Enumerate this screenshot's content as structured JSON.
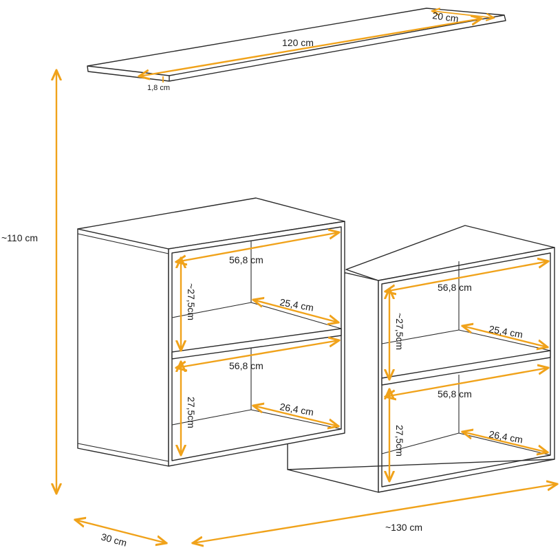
{
  "dimension_color": "#f0a21a",
  "line_color": "#2b2b2b",
  "shelf": {
    "length": "120 cm",
    "depth": "20 cm",
    "thickness": "1,8 cm"
  },
  "overall": {
    "height": "~110 cm",
    "width": "~130 cm",
    "depth": "30 cm"
  },
  "left_cabinet": {
    "top_width": "56,8 cm",
    "top_height": "~27,5cm",
    "top_depth": "25,4 cm",
    "bottom_width": "56,8 cm",
    "bottom_height": "27,5cm",
    "bottom_depth": "26,4 cm"
  },
  "right_cabinet": {
    "top_width": "56,8 cm",
    "top_height": "~27,5cm",
    "top_depth": "25,4 cm",
    "bottom_width": "56,8 cm",
    "bottom_height": "27,5cm",
    "bottom_depth": "26,4 cm"
  }
}
